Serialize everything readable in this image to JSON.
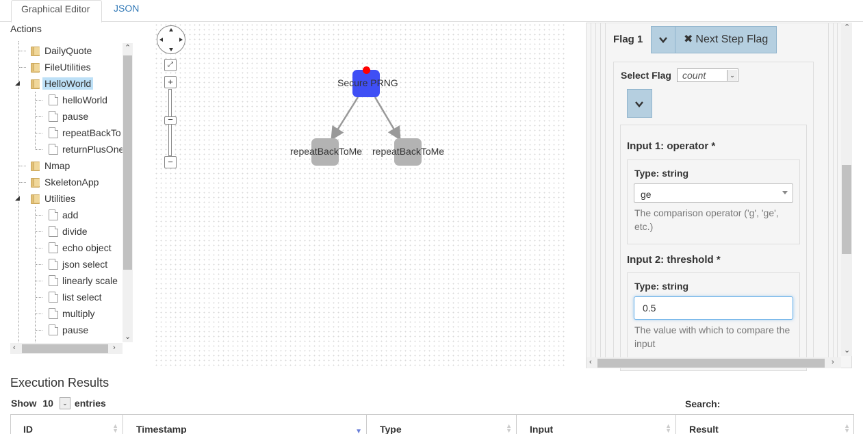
{
  "tabs": [
    {
      "label": "Graphical Editor"
    },
    {
      "label": "JSON"
    }
  ],
  "actions": {
    "title": "Actions",
    "tree": [
      {
        "label": "DailyQuote",
        "kind": "folder"
      },
      {
        "label": "FileUtilities",
        "kind": "folder"
      },
      {
        "label": "HelloWorld",
        "kind": "folder",
        "selected": true,
        "expanded": true
      },
      {
        "label": "helloWorld",
        "kind": "file"
      },
      {
        "label": "pause",
        "kind": "file"
      },
      {
        "label": "repeatBackTo",
        "kind": "file"
      },
      {
        "label": "returnPlusOne",
        "kind": "file"
      },
      {
        "label": "Nmap",
        "kind": "folder"
      },
      {
        "label": "SkeletonApp",
        "kind": "folder"
      },
      {
        "label": "Utilities",
        "kind": "folder",
        "expanded": true
      },
      {
        "label": "add",
        "kind": "file"
      },
      {
        "label": "divide",
        "kind": "file"
      },
      {
        "label": "echo object",
        "kind": "file"
      },
      {
        "label": "json select",
        "kind": "file"
      },
      {
        "label": "linearly scale",
        "kind": "file"
      },
      {
        "label": "list select",
        "kind": "file"
      },
      {
        "label": "multiply",
        "kind": "file"
      },
      {
        "label": "pause",
        "kind": "file"
      }
    ]
  },
  "graph": {
    "nodes": [
      {
        "label": "Secure PRNG",
        "color": "#3f4ff5",
        "is_start": true
      },
      {
        "label": "repeatBackToMe",
        "color": "#b3b3b3"
      },
      {
        "label": "repeatBackToMe",
        "color": "#b3b3b3"
      }
    ],
    "start_marker_color": "#ff0000",
    "edge_color": "#999999"
  },
  "flag_panel": {
    "flag_title": "Flag 1",
    "next_step_label": "Next Step Flag",
    "select_flag_label": "Select Flag",
    "select_flag_value": "count",
    "input1": {
      "heading": "Input 1: operator *",
      "type_label": "Type: string",
      "value": "ge",
      "help": "The comparison operator ('g', 'ge', etc.)"
    },
    "input2": {
      "heading": "Input 2: threshold *",
      "type_label": "Type: string",
      "value": "0.5",
      "help": "The value with which to compare the input"
    }
  },
  "execution_results": {
    "title": "Execution Results",
    "show_label": "Show",
    "entries_count": "10",
    "entries_label": "entries",
    "search_label": "Search:",
    "columns": [
      "ID",
      "Timestamp",
      "Type",
      "Input",
      "Result"
    ]
  },
  "colors": {
    "accent_button": "#b5cfe0",
    "selected_tree_item": "#bde0f7",
    "link": "#337ab7"
  }
}
